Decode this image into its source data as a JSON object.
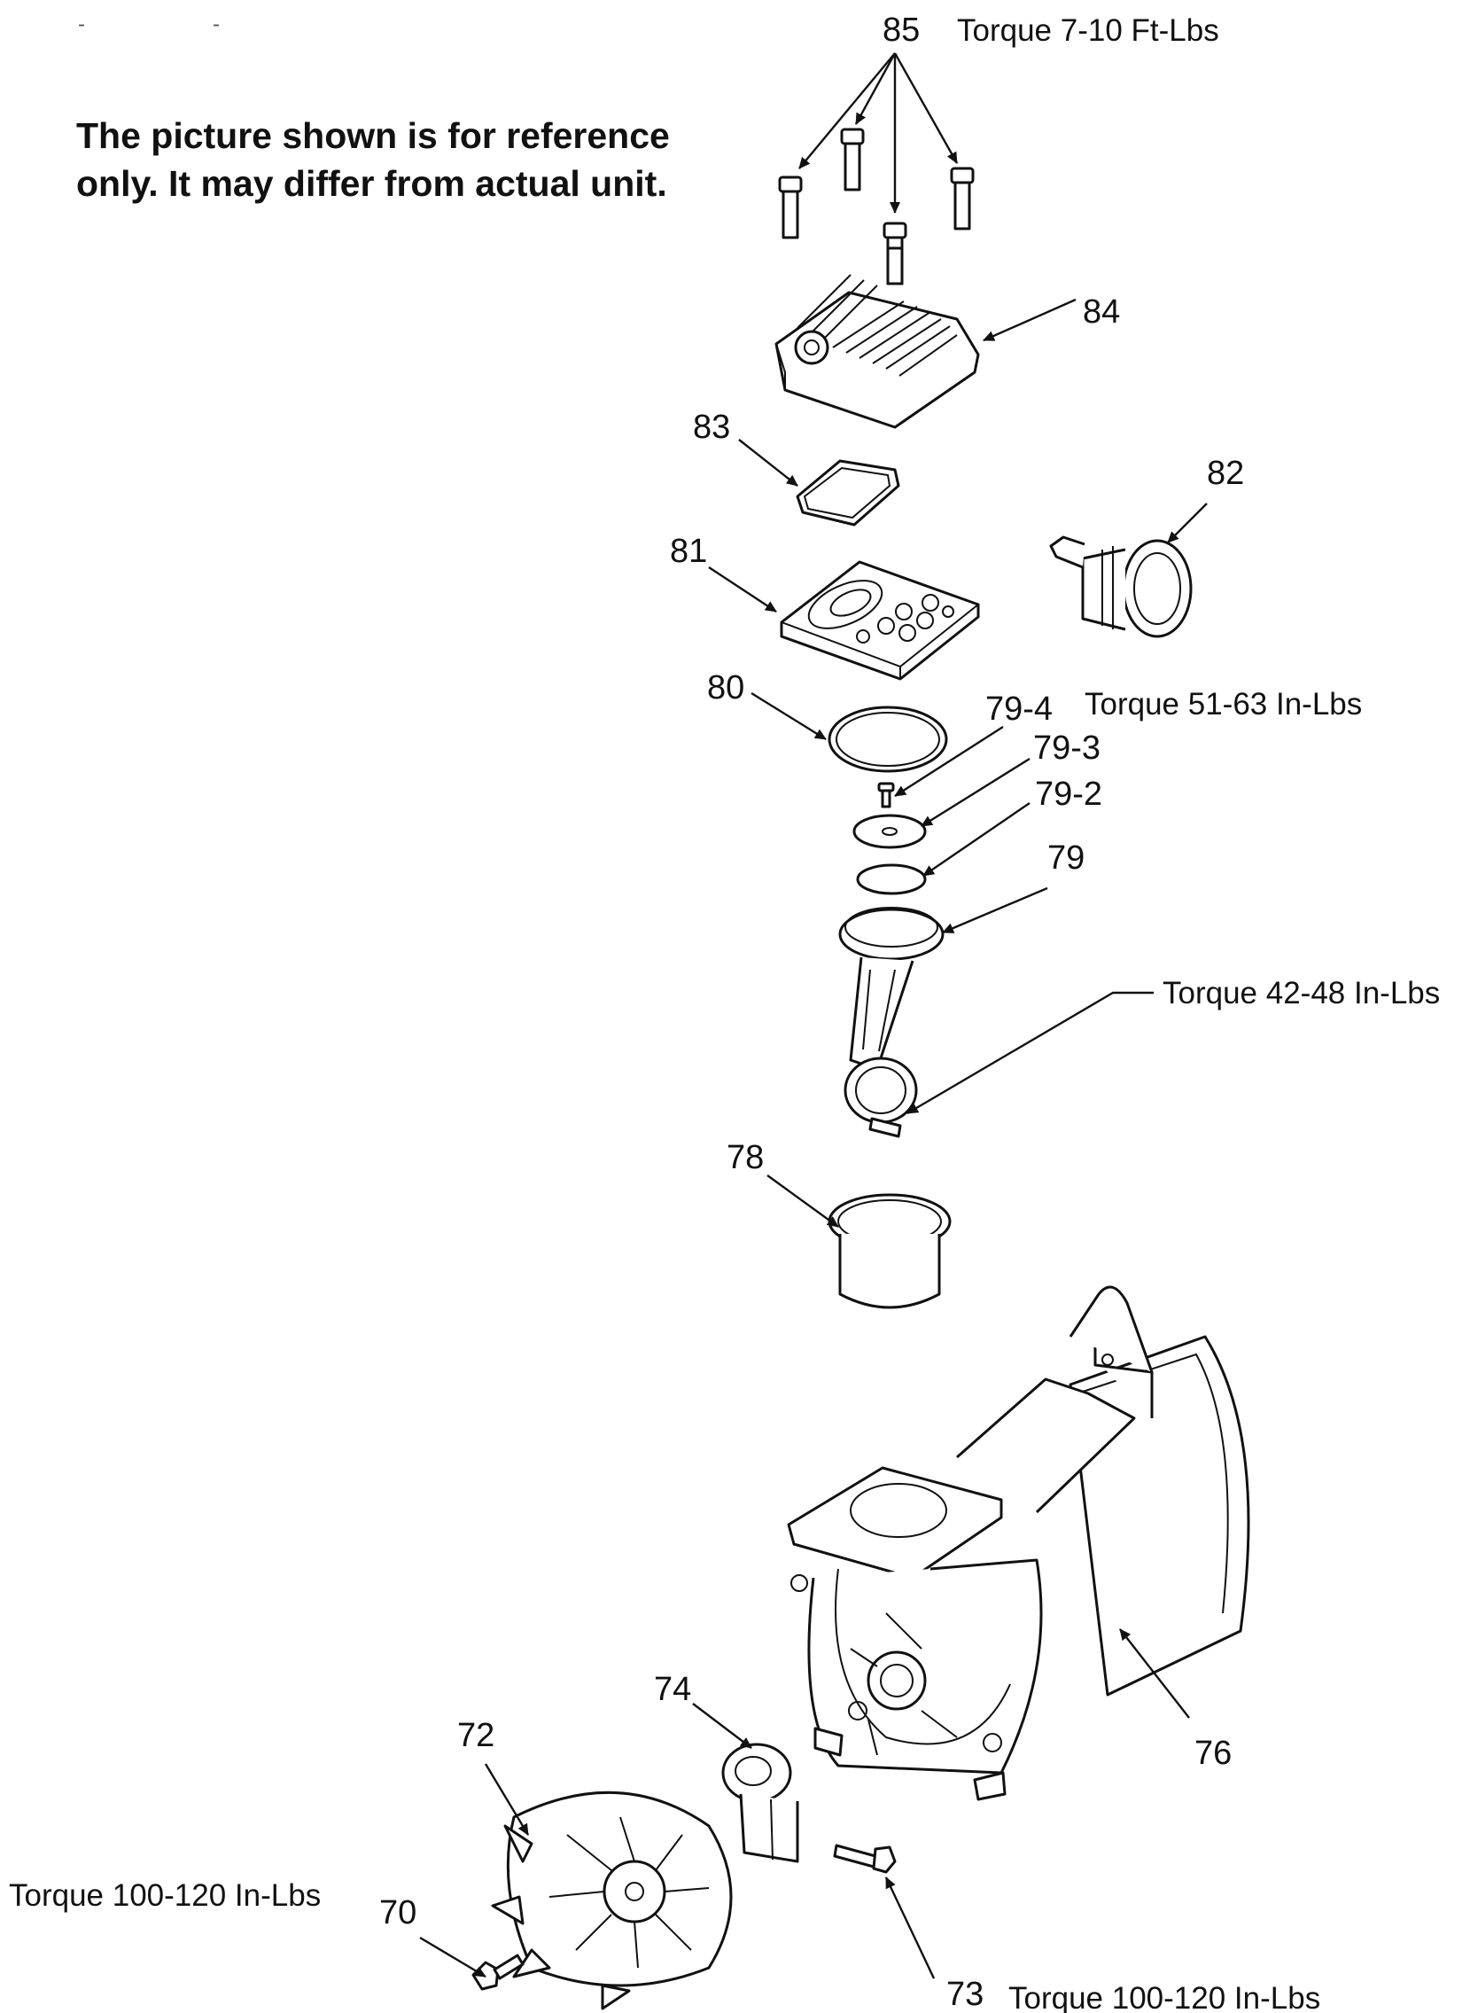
{
  "note": {
    "line1": "The picture shown is for reference",
    "line2": "only. It may differ from actual unit."
  },
  "corner_marks": [
    "-",
    "-"
  ],
  "callouts": {
    "c85": "85",
    "c84": "84",
    "c83": "83",
    "c82": "82",
    "c81": "81",
    "c80": "80",
    "c79_4": "79-4",
    "c79_3": "79-3",
    "c79_2": "79-2",
    "c79": "79",
    "c78": "78",
    "c76": "76",
    "c74": "74",
    "c72": "72",
    "c70": "70",
    "c73": "73"
  },
  "torques": {
    "t85": "Torque 7-10 Ft-Lbs",
    "t79_4": "Torque 51-63 In-Lbs",
    "t_rod": "Torque 42-48 In-Lbs",
    "t70": "Torque 100-120 In-Lbs",
    "t73": "Torque 100-120 In-Lbs"
  }
}
